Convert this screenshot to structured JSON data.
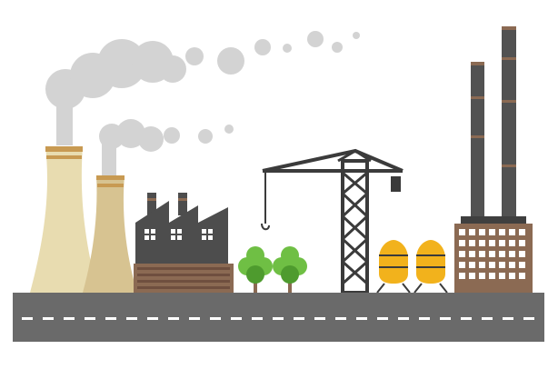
{
  "scene": {
    "elements": [
      "cooling-towers",
      "smoke-clouds",
      "factory-building",
      "trees",
      "tower-crane",
      "storage-tanks",
      "power-plant-chimneys",
      "road"
    ]
  },
  "colors": {
    "background": "#ffffff",
    "smoke": "#d3d3d3",
    "tower_light": "#e8dcb0",
    "tower_dark": "#d7c391",
    "tower_band": "#c89a52",
    "factory": "#4d4d4d",
    "factory_window": "#ffffff",
    "brick": "#8b6a53",
    "tree": "#6fbf44",
    "tree_dark": "#4e9b2e",
    "crane": "#3b3b3b",
    "tank": "#f2b21c",
    "tank_dark": "#d8981a",
    "chimney": "#525252",
    "chimney_band": "#8b6a53",
    "road": "#6a6a6a",
    "road_line": "#ffffff"
  }
}
